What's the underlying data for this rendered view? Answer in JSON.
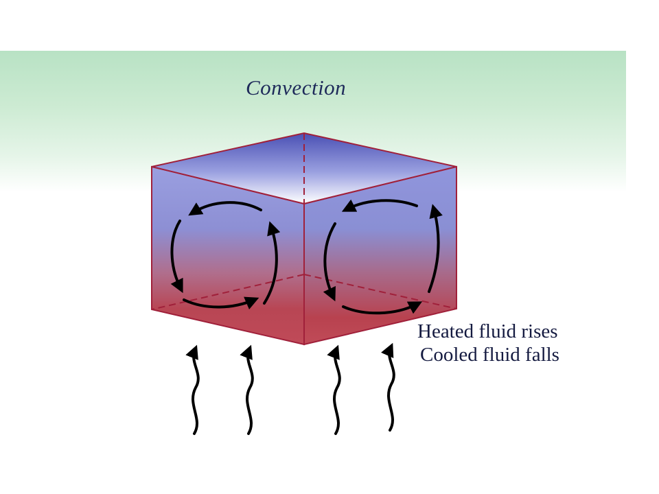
{
  "diagram": {
    "title": "Convection",
    "caption_line1": "Heated fluid rises",
    "caption_line2": "Cooled fluid falls"
  },
  "colors": {
    "band_top": "#b8e2c4",
    "cube_cool": "#8f95d6",
    "cube_hot": "#b83a4a",
    "top_face_dark": "#4a4fb0",
    "edge": "#a0203a",
    "arrow": "#000000",
    "text": "#1e2a5a"
  },
  "icons": {
    "circulation_left": "counterclockwise-circulation-arrows",
    "circulation_right": "clockwise-circulation-arrows",
    "heat": "wavy-up-arrow"
  }
}
